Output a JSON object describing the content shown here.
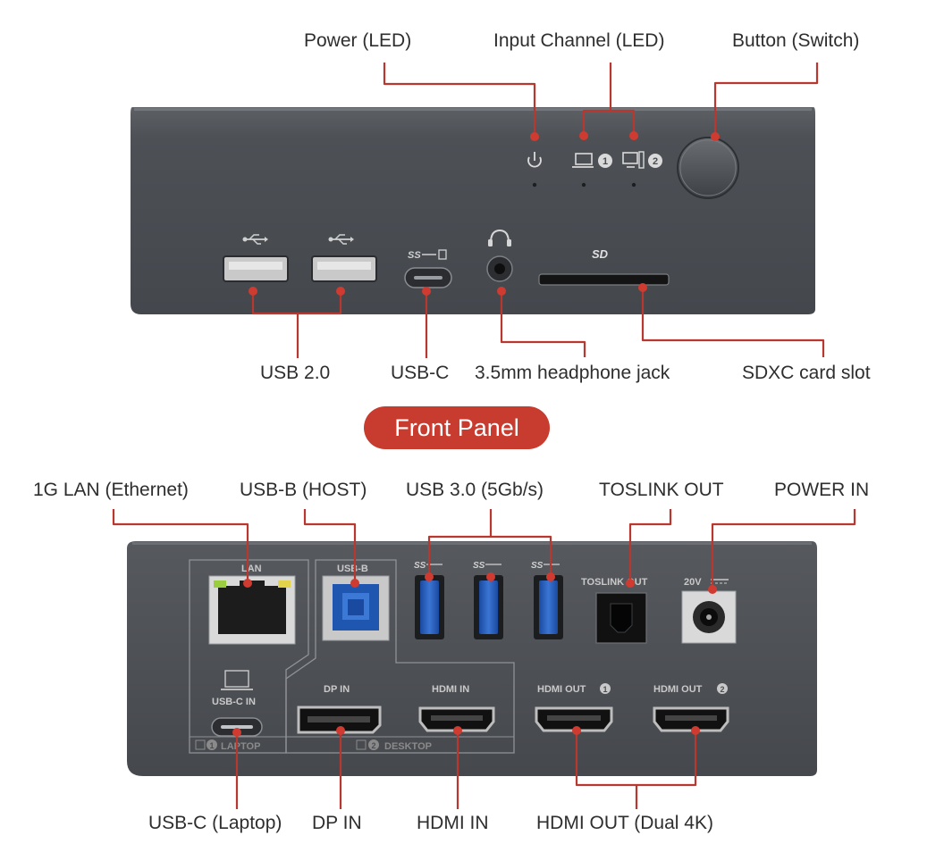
{
  "front": {
    "labels": {
      "power_led": "Power (LED)",
      "input_channel_led": "Input Channel (LED)",
      "button_switch": "Button (Switch)",
      "usb2": "USB 2.0",
      "usbc": "USB-C",
      "headphone": "3.5mm headphone jack",
      "sdxc": "SDXC card slot"
    },
    "panel_marks": {
      "ch1": "1",
      "ch2": "2",
      "ss_usbc": "SS",
      "sd": "SD"
    }
  },
  "section_title": "Front Panel",
  "rear": {
    "labels": {
      "lan": "1G LAN (Ethernet)",
      "usbb": "USB-B (HOST)",
      "usb3": "USB 3.0 (5Gb/s)",
      "toslink": "TOSLINK OUT",
      "power_in": "POWER IN",
      "usbc_laptop": "USB-C (Laptop)",
      "dp_in": "DP IN",
      "hdmi_in": "HDMI IN",
      "hdmi_out": "HDMI OUT (Dual 4K)"
    },
    "panel_marks": {
      "lan": "LAN",
      "usbb": "USB-B",
      "ss": "SS",
      "toslink_out": "TOSLINK OUT",
      "v20": "20V",
      "usbc_in": "USB-C IN",
      "dp_in": "DP IN",
      "hdmi_in": "HDMI IN",
      "hdmi_out1": "HDMI OUT",
      "hdmi_out2": "HDMI OUT",
      "one": "1",
      "two": "2",
      "laptop": "LAPTOP",
      "desktop": "DESKTOP"
    }
  },
  "colors": {
    "accent": "#c83b2f",
    "leader": "#b83830",
    "device_body": "#4f5358",
    "usb3_blue": "#1f56b0"
  }
}
